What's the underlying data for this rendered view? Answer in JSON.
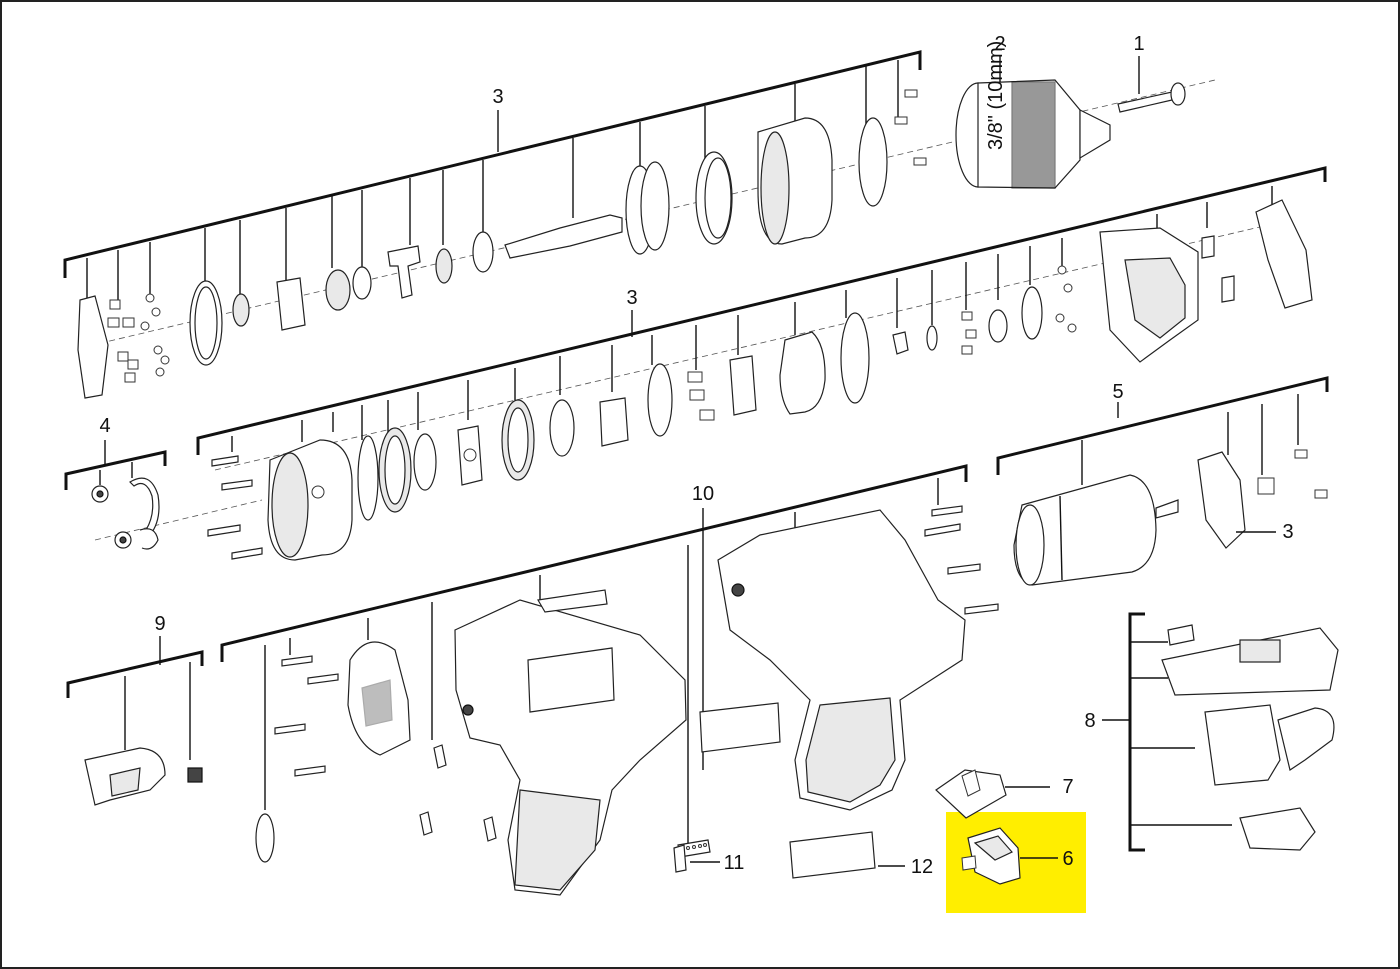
{
  "labels": {
    "part_1": "1",
    "part_2": "2",
    "part_3_top": "3",
    "part_3_mid": "3",
    "part_3_motor": "3",
    "part_4": "4",
    "part_5": "5",
    "part_6": "6",
    "part_7": "7",
    "part_8": "8",
    "part_9": "9",
    "part_10": "10",
    "part_11": "11",
    "part_12": "12"
  },
  "highlight": {
    "part": "6",
    "color": "#ffee00"
  },
  "chuck_text": "3/8\" (10mm)",
  "colors": {
    "line": "#111111",
    "background": "#ffffff",
    "highlight": "#ffee00"
  }
}
